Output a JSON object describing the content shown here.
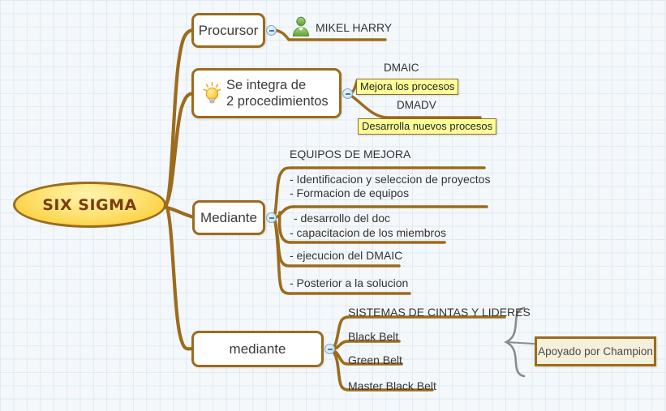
{
  "diagram": {
    "type": "mind-map",
    "background": "#f4f8fb",
    "grid_color": "#dfeaf3",
    "branch_color": "#9C6B1C",
    "root": {
      "label": "SIX SIGMA",
      "shape": "ellipse",
      "fill": "#FFE47A",
      "border": "#9C6B1C",
      "text_color": "#7a3b12"
    },
    "branches": [
      {
        "id": "procursor",
        "label": "Procursor",
        "collapse_toggle": "minus",
        "children": [
          {
            "label": "MIKEL HARRY",
            "icon": "person-icon",
            "icon_color": "#7cb342"
          }
        ]
      },
      {
        "id": "integra",
        "label_line1": "Se integra de",
        "label_line2": "2 procedimientos",
        "icon": "lightbulb-icon",
        "collapse_toggle": "minus",
        "children": [
          {
            "label": "DMAIC",
            "highlight": "Mejora los procesos",
            "highlight_fill": "#ffff99"
          },
          {
            "label": "DMADV",
            "highlight": "Desarrolla nuevos procesos",
            "highlight_fill": "#ffff99"
          }
        ]
      },
      {
        "id": "mediante-1",
        "label": "Mediante",
        "collapse_toggle": "minus",
        "header": "EQUIPOS DE MEJORA",
        "children": [
          {
            "lines": [
              "- Identificacion y seleccion de proyectos",
              "- Formacion de equipos"
            ]
          },
          {
            "lines": [
              "- desarrollo del doc",
              "- capacitacion de los miembros"
            ]
          },
          {
            "lines": [
              "- ejecucion del DMAIC"
            ]
          },
          {
            "lines": [
              "- Posterior a la solucion"
            ]
          }
        ]
      },
      {
        "id": "mediante-2",
        "label": "mediante",
        "collapse_toggle": "minus",
        "header": "SISTEMAS DE CINTAS Y LIDERES",
        "children": [
          {
            "lines": [
              "Black Belt"
            ]
          },
          {
            "lines": [
              "Green Belt"
            ]
          },
          {
            "lines": [
              "Master Black Belt"
            ]
          }
        ],
        "grouping": {
          "shape": "curly-brace",
          "color": "#8a8a8a",
          "callout": "Apoyado por Champion",
          "callout_fill": "#f5f0dc",
          "callout_border": "#9C6B1C"
        }
      }
    ]
  }
}
